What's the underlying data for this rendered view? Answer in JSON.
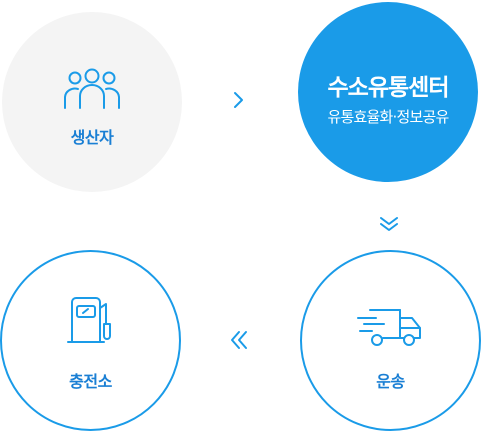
{
  "nodes": {
    "producer": {
      "label": "생산자",
      "icon": "users-icon"
    },
    "center": {
      "title": "수소유통센터",
      "subtitle": "유통효율화·정보공유"
    },
    "transport": {
      "label": "운송",
      "icon": "truck-icon"
    },
    "station": {
      "label": "충전소",
      "icon": "fuel-pump-icon"
    }
  },
  "arrows": {
    "producer_to_center": "chevron-right-icon",
    "center_to_transport": "double-chevron-down-icon",
    "transport_to_station": "double-chevron-left-icon"
  },
  "colors": {
    "accent": "#1a9be8",
    "label_text": "#1a7fd4",
    "neutral_bg": "#f4f4f4"
  }
}
